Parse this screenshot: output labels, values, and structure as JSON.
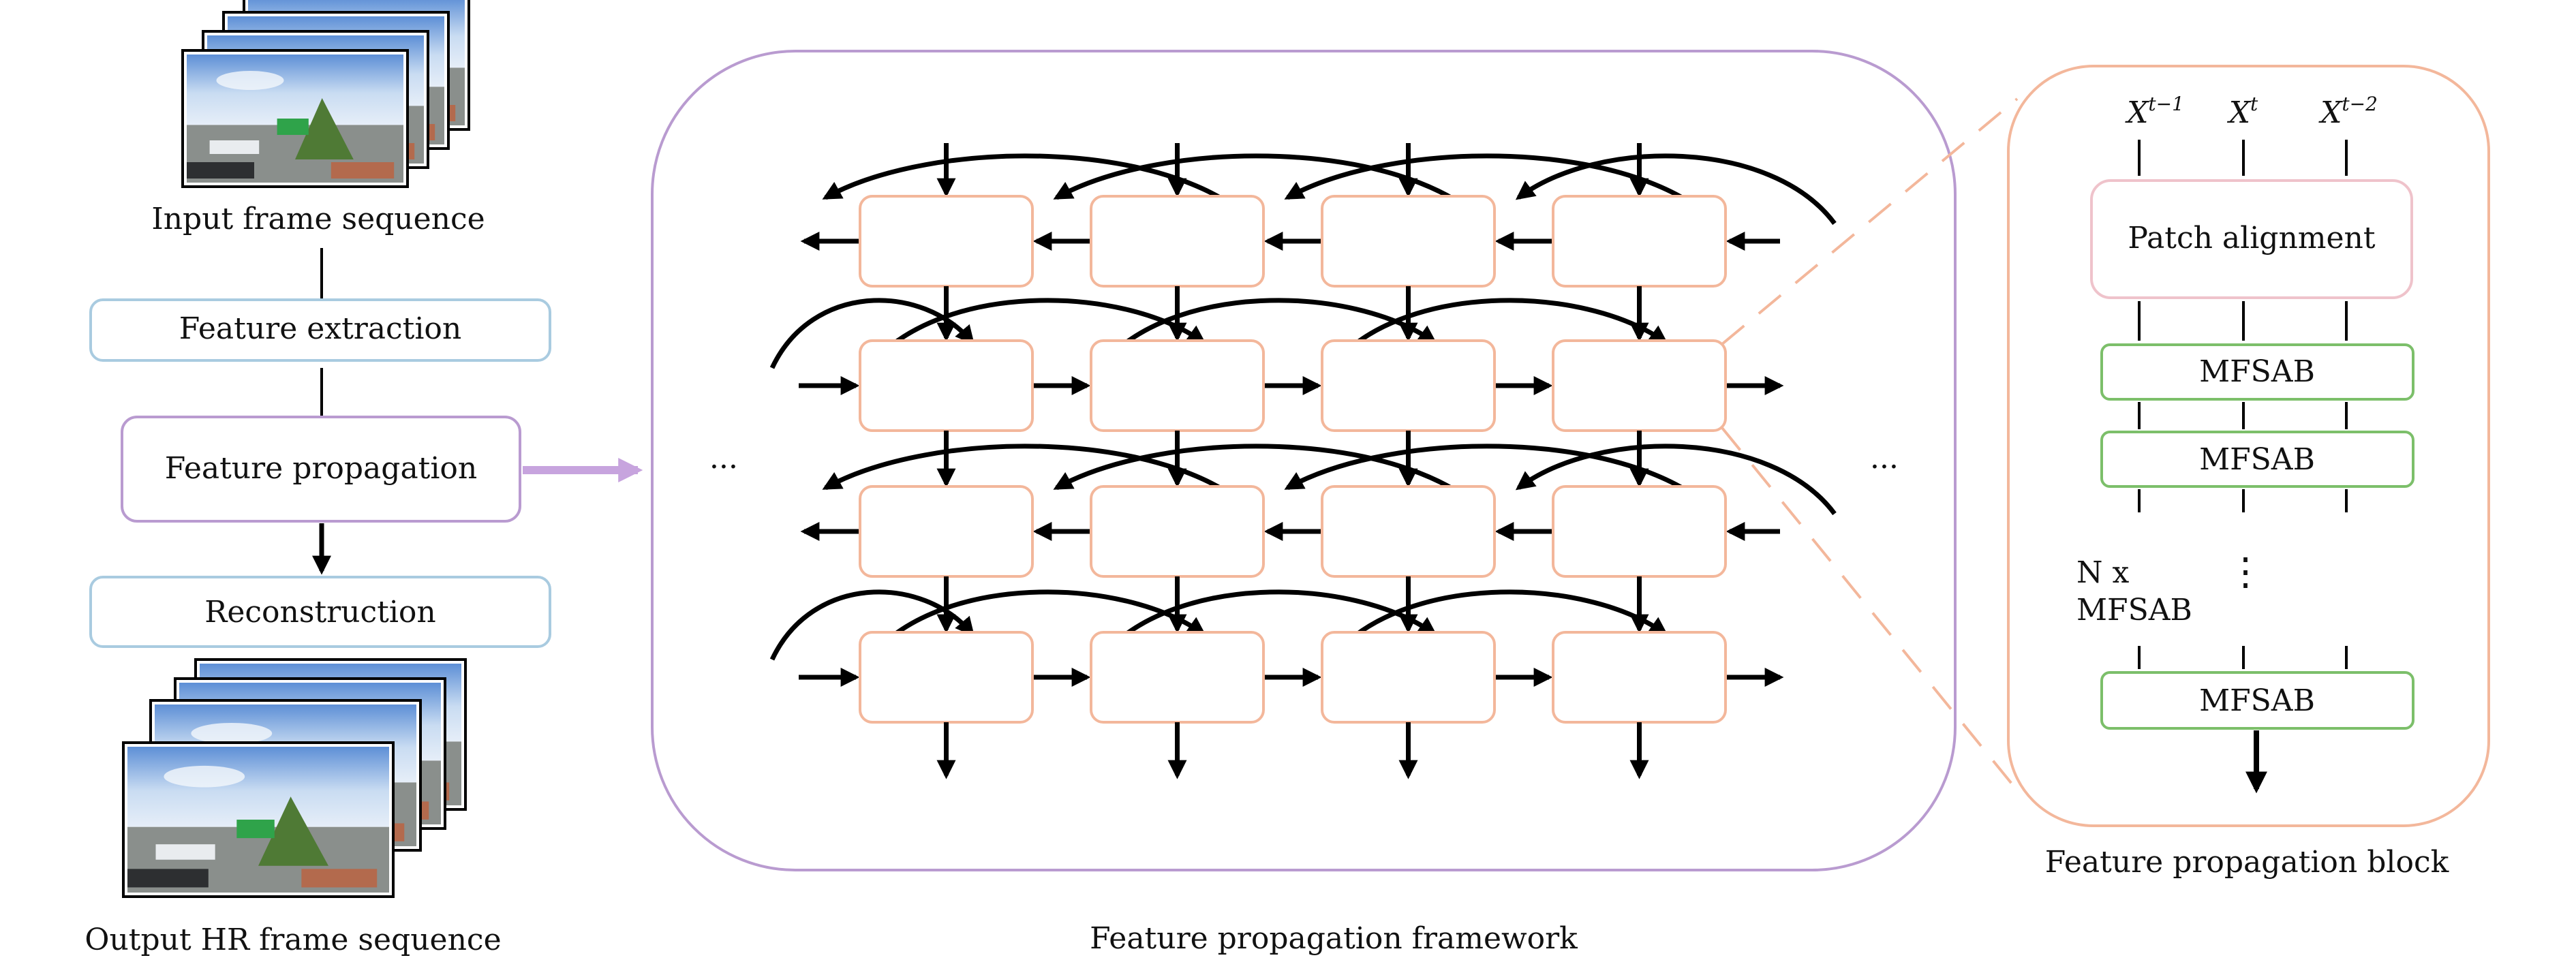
{
  "left_pipeline": {
    "input_label": "Input frame sequence",
    "stages": [
      "Feature extraction",
      "Feature propagation",
      "Reconstruction"
    ],
    "output_label": "Output HR frame sequence"
  },
  "framework": {
    "caption": "Feature propagation framework",
    "ellipsis_left": "···",
    "ellipsis_right": "···"
  },
  "block": {
    "caption": "Feature propagation block",
    "inputs": [
      "X^{t-1}",
      "X^{t}",
      "X^{t-2}"
    ],
    "patch_alignment_label": "Patch alignment",
    "mfsab_label": "MFSAB",
    "repeat_label_line1": "N x",
    "repeat_label_line2": "MFSAB",
    "vertical_dots": "⋮"
  },
  "colors": {
    "blue_border": "#a9cbe0",
    "purple_border": "#b99bd0",
    "salmon_border": "#f3b79b",
    "pink_border": "#efc3cb",
    "green_border": "#7cbf6a",
    "arrow": "#000000",
    "purple_arrow": "#c7a4de"
  }
}
